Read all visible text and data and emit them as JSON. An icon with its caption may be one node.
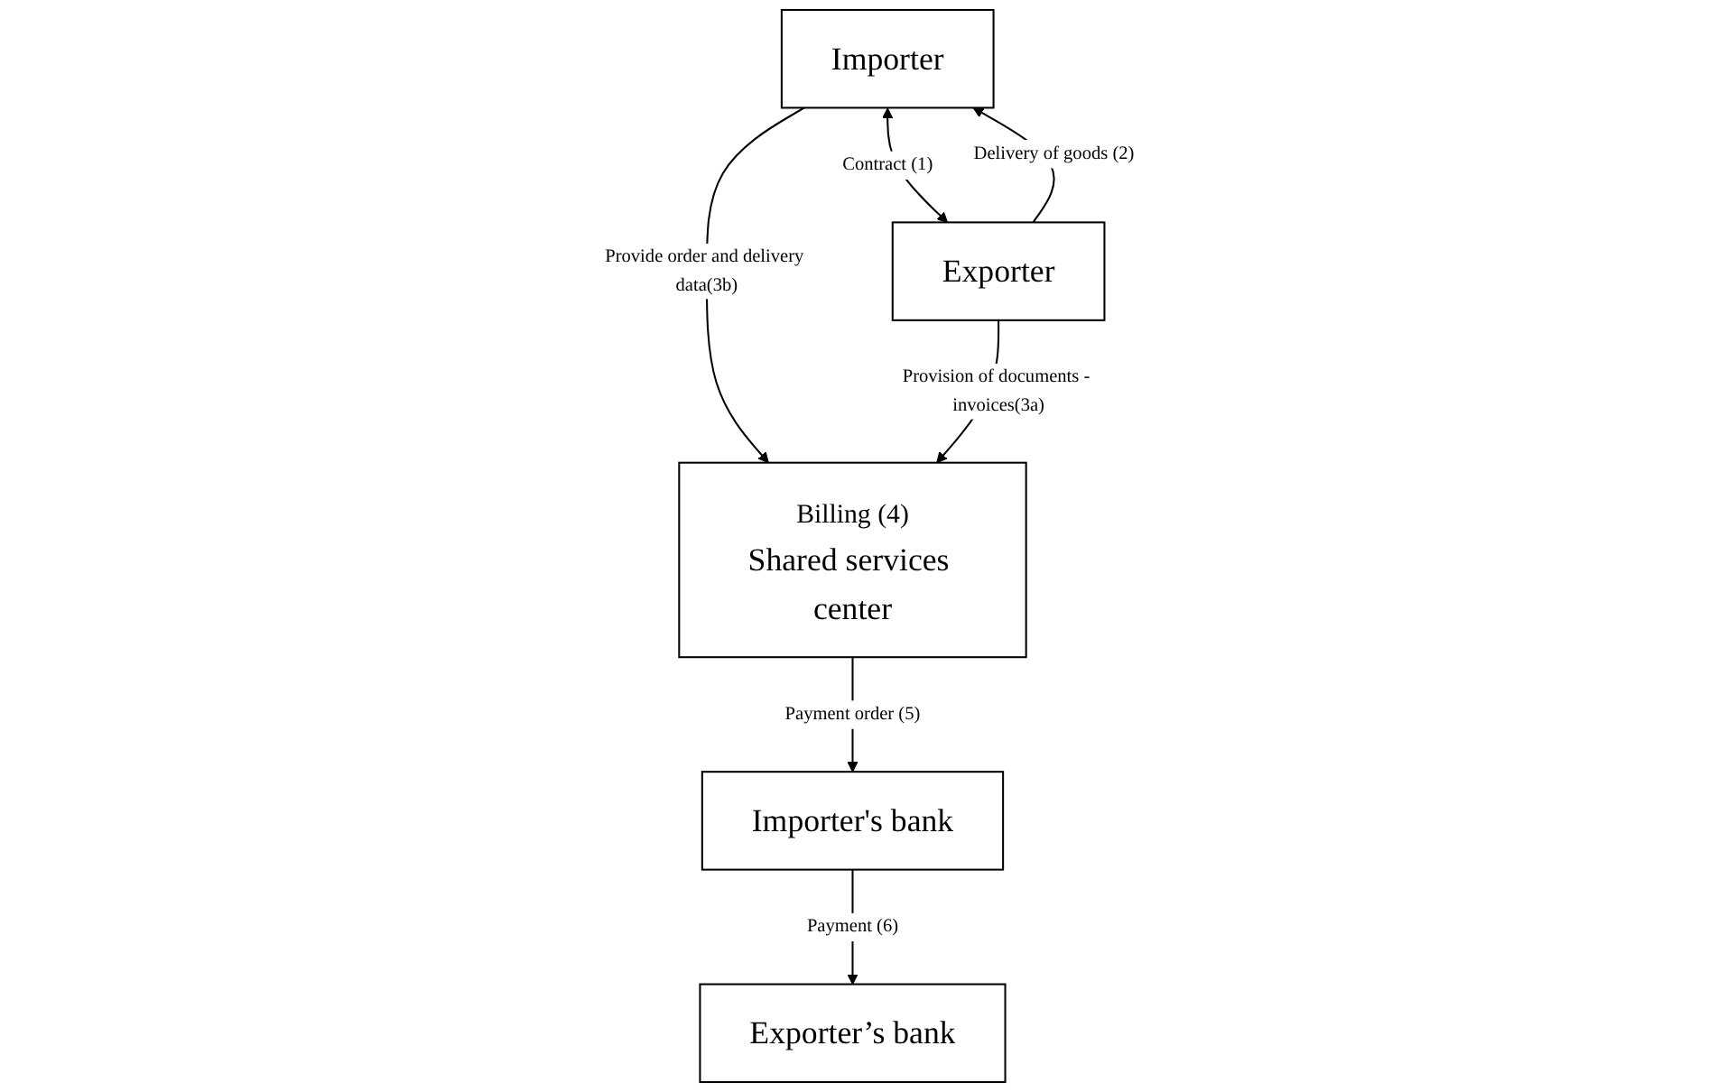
{
  "diagram": {
    "nodes": [
      {
        "text": [
          "Importer"
        ]
      },
      {
        "text": [
          "Exporter"
        ]
      },
      {
        "text": [
          "Billing (4)",
          "Shared services center"
        ]
      },
      {
        "text": [
          "Importer's bank"
        ]
      },
      {
        "text": [
          "Exporter’s bank"
        ]
      }
    ],
    "edges": [
      {
        "from": 0,
        "to": 1,
        "arrow": "both",
        "label": "Contract (1)"
      },
      {
        "from": 1,
        "to": 0,
        "arrow": "to",
        "label": "Delivery of goods (2)"
      },
      {
        "from": 0,
        "to": 2,
        "arrow": "to",
        "label": "Provide order and delivery data(3b)"
      },
      {
        "from": 1,
        "to": 2,
        "arrow": "to",
        "label": "Provision of documents - invoices(3a)"
      },
      {
        "from": 2,
        "to": 3,
        "arrow": "to",
        "label": "Payment order (5)"
      },
      {
        "from": 3,
        "to": 4,
        "arrow": "to",
        "label": "Payment (6)"
      }
    ]
  }
}
